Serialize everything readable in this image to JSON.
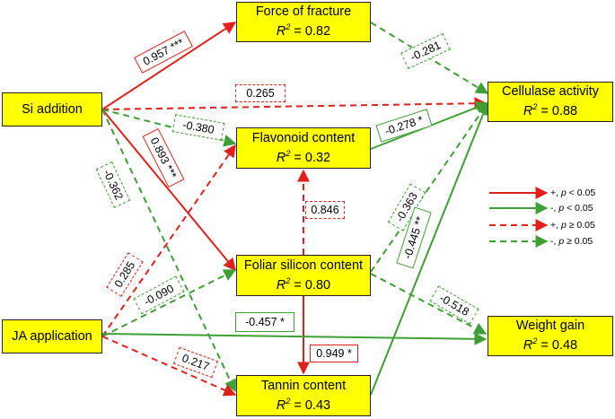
{
  "colors": {
    "positive": "#e0201b",
    "negative": "#3f9f34",
    "node_fill": "#ffff00"
  },
  "nodes": {
    "si": {
      "label": "Si addition",
      "r2": ""
    },
    "ja": {
      "label": "JA application",
      "r2": ""
    },
    "force": {
      "label": "Force of fracture",
      "r2": "0.82"
    },
    "flavonoid": {
      "label": "Flavonoid content",
      "r2": "0.32"
    },
    "foliar": {
      "label": "Foliar silicon content",
      "r2": "0.80"
    },
    "tannin": {
      "label": "Tannin content",
      "r2": "0.43"
    },
    "cellulase": {
      "label": "Cellulase activity",
      "r2": "0.88"
    },
    "weight": {
      "label": "Weight gain",
      "r2": "0.48"
    }
  },
  "r2_prefix": "R",
  "r2_sup": "2",
  "r2_eq": " = ",
  "edges": {
    "si_force": {
      "value": "0.957 ***",
      "sign": "+",
      "significant": true
    },
    "si_cell": {
      "value": "0.265",
      "sign": "+",
      "significant": false
    },
    "si_flav": {
      "value": "-0.380",
      "sign": "-",
      "significant": false
    },
    "si_foliar": {
      "value": "0.893 ***",
      "sign": "+",
      "significant": true
    },
    "si_tannin": {
      "value": "-0.362",
      "sign": "-",
      "significant": false
    },
    "force_cell": {
      "value": "-0.281",
      "sign": "-",
      "significant": false
    },
    "flav_cell": {
      "value": "-0.278 *",
      "sign": "-",
      "significant": true
    },
    "foliar_flav": {
      "value": "0.846",
      "sign": "+",
      "significant": false
    },
    "foliar_cell": {
      "value": "-0.363",
      "sign": "-",
      "significant": false
    },
    "tannin_cell": {
      "value": "-0.445 **",
      "sign": "-",
      "significant": true
    },
    "foliar_weight": {
      "value": "-0.518",
      "sign": "-",
      "significant": false
    },
    "foliar_tannin": {
      "value": "0.949 *",
      "sign": "+",
      "significant": true
    },
    "ja_flav": {
      "value": "0.285",
      "sign": "+",
      "significant": false
    },
    "ja_foliar": {
      "value": "-0.090",
      "sign": "-",
      "significant": false
    },
    "ja_weight": {
      "value": "-0.457 *",
      "sign": "-",
      "significant": true
    },
    "ja_tannin": {
      "value": "0.217",
      "sign": "+",
      "significant": false
    }
  },
  "legend": [
    {
      "sign": "+, ",
      "p": "p",
      "rest": " < 0.05",
      "color": "positive",
      "dashed": false
    },
    {
      "sign": "-, ",
      "p": "p",
      "rest": " < 0.05",
      "color": "negative",
      "dashed": false
    },
    {
      "sign": "+, ",
      "p": "p",
      "rest": " ≥ 0.05",
      "color": "positive",
      "dashed": true
    },
    {
      "sign": "-, ",
      "p": "p",
      "rest": " ≥ 0.05",
      "color": "negative",
      "dashed": true
    }
  ]
}
